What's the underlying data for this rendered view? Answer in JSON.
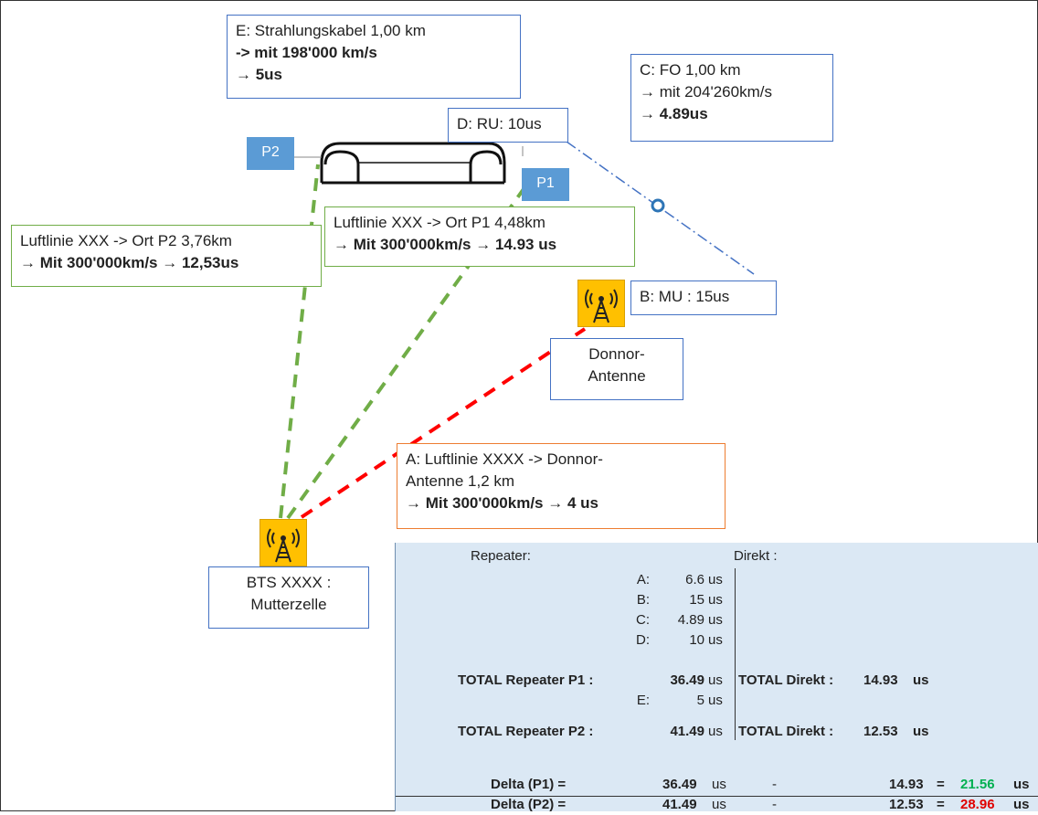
{
  "labels": {
    "E": [
      "E: Strahlungskabel 1,00 km",
      "-> mit 198'000 km/s",
      "→ 5us"
    ],
    "C": [
      "C: FO 1,00 km",
      "→ mit 204'260km/s",
      "→ 4.89us"
    ],
    "D": "D: RU: 10us",
    "P1": "P1",
    "P2": "P2",
    "luft_p2": [
      "Luftlinie XXX -> Ort P2 3,76km",
      "→ Mit 300'000km/s →  12,53us"
    ],
    "luft_p1": [
      "Luftlinie XXX -> Ort P1 4,48km",
      "→ Mit 300'000km/s → 14.93 us"
    ],
    "B": "B: MU : 15us",
    "donor": [
      "Donnor-",
      "Antenne"
    ],
    "A": [
      "A: Luftlinie XXXX -> Donnor-",
      "Antenne 1,2 km",
      "→ Mit 300'000km/s → 4 us"
    ],
    "bts": [
      "BTS XXXX :",
      "Mutterzelle"
    ]
  },
  "table": {
    "repeater_header": "Repeater:",
    "direkt_header": "Direkt :",
    "rows": [
      {
        "label": "A:",
        "value": "6.6",
        "unit": "us"
      },
      {
        "label": "B:",
        "value": "15",
        "unit": "us"
      },
      {
        "label": "C:",
        "value": "4.89",
        "unit": "us"
      },
      {
        "label": "D:",
        "value": "10",
        "unit": "us"
      }
    ],
    "total_p1": {
      "label": "TOTAL Repeater P1 :",
      "value": "36.49",
      "unit": "us",
      "direkt_label": "TOTAL Direkt :",
      "direkt_value": "14.93",
      "direkt_unit": "us"
    },
    "row_e": {
      "label": "E:",
      "value": "5",
      "unit": "us"
    },
    "total_p2": {
      "label": "TOTAL Repeater P2 :",
      "value": "41.49",
      "unit": "us",
      "direkt_label": "TOTAL Direkt :",
      "direkt_value": "12.53",
      "direkt_unit": "us"
    },
    "delta_p1": {
      "label": "Delta (P1) =",
      "a": "36.49",
      "a_unit": "us",
      "minus": "-",
      "b": "14.93",
      "eq": "=",
      "result": "21.56",
      "unit": "us"
    },
    "delta_p2": {
      "label": "Delta (P2) =",
      "a": "41.49",
      "a_unit": "us",
      "minus": "-",
      "b": "12.53",
      "eq": "=",
      "result": "28.96",
      "unit": "us"
    }
  },
  "colors": {
    "green_line": "#70ad47",
    "red_line": "#ff0000",
    "blue_line": "#4472c4",
    "antenna": "#ffc000",
    "tag": "#5b9bd5",
    "table_bg": "#dbe8f4",
    "result_p1": "#00b050",
    "result_p2": "#e00000"
  },
  "icons": [
    "antenna-icon",
    "tunnel-icon"
  ]
}
